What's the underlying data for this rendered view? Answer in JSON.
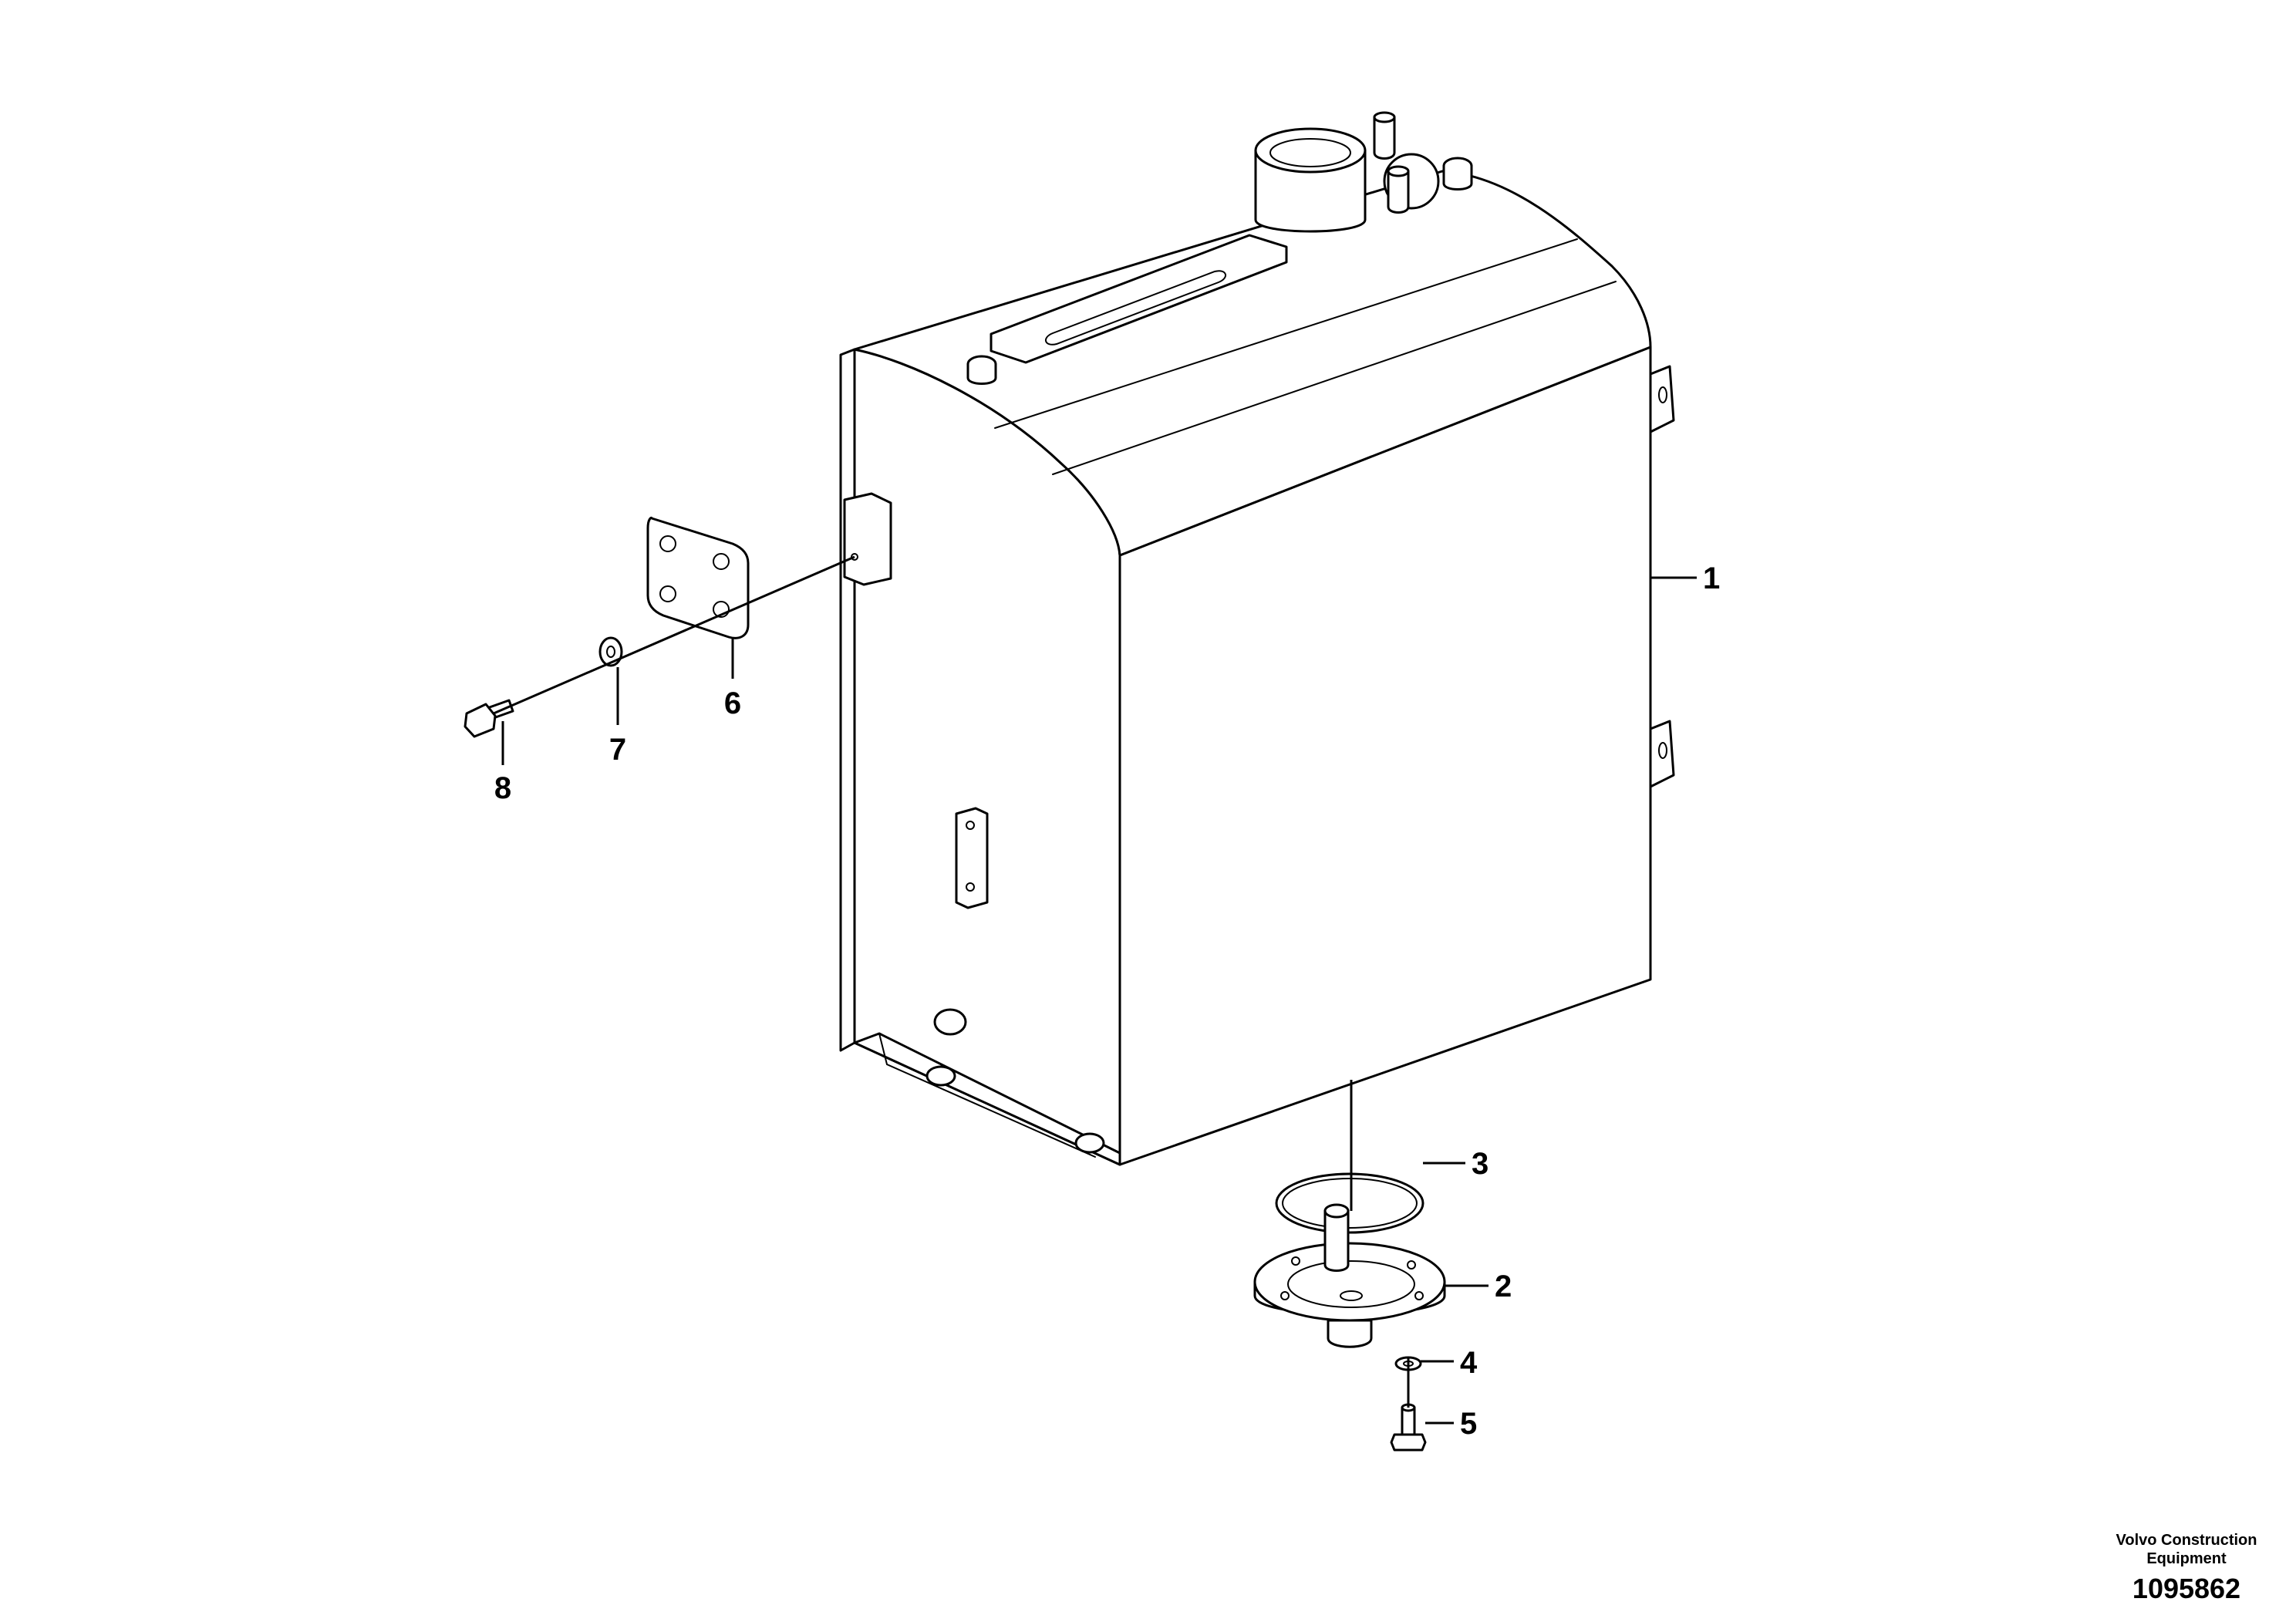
{
  "callouts": {
    "1": "1",
    "2": "2",
    "3": "3",
    "4": "4",
    "5": "5",
    "6": "6",
    "7": "7",
    "8": "8"
  },
  "footer": {
    "company_line1": "Volvo Construction",
    "company_line2": "Equipment",
    "drawing_number": "1095862"
  }
}
